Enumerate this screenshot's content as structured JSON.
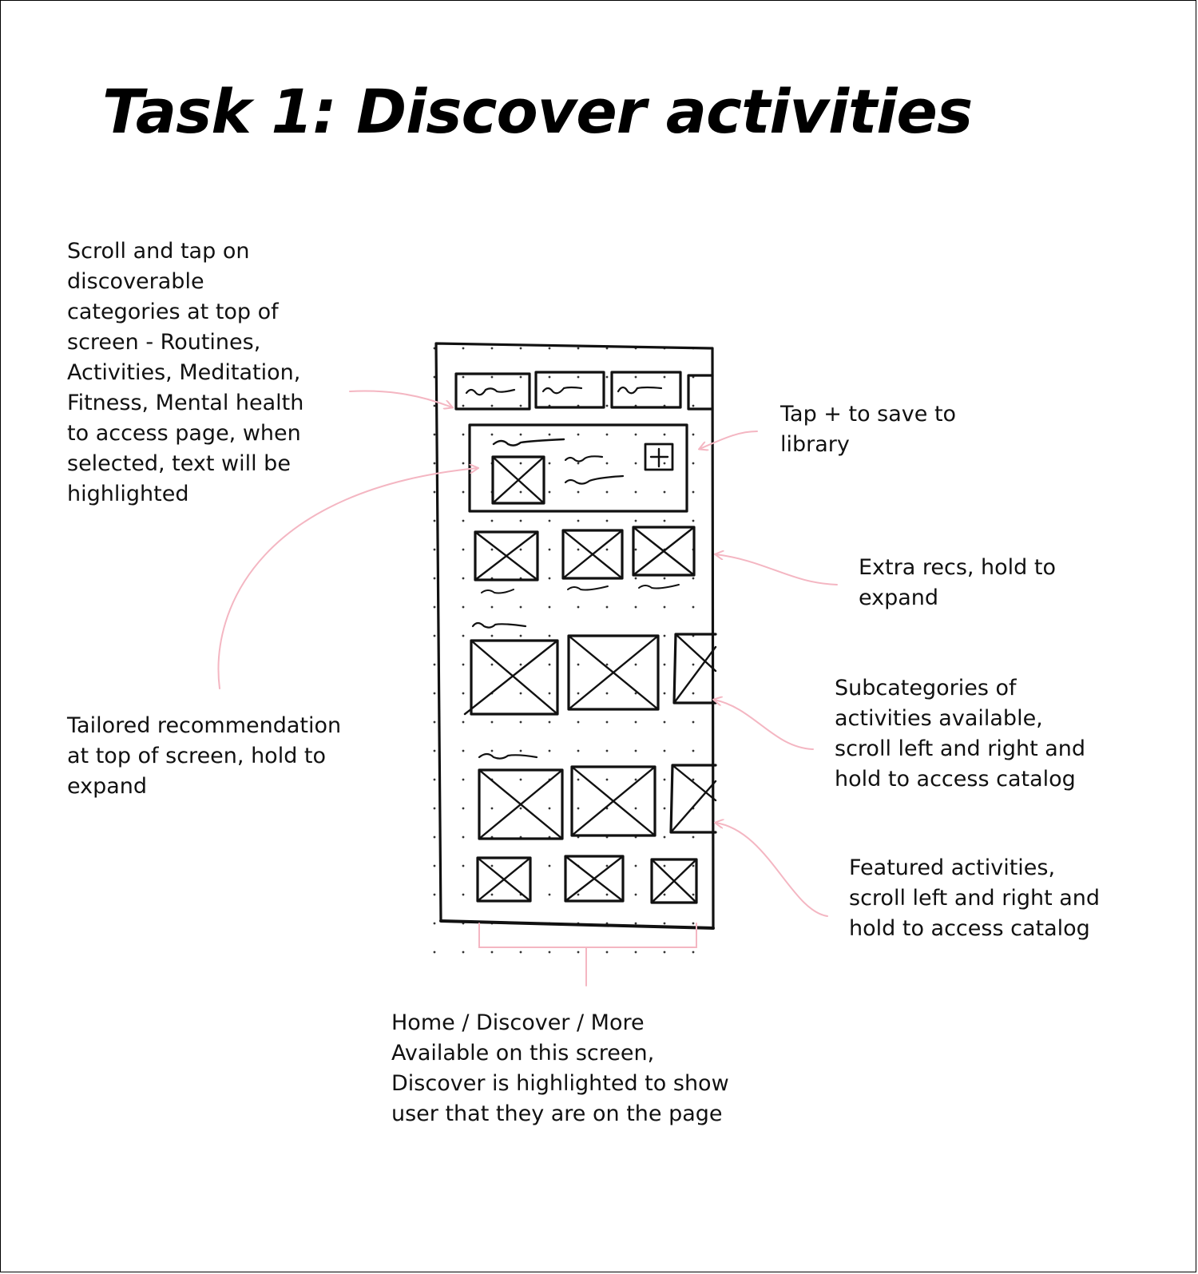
{
  "title": "Task 1: Discover activities",
  "annotations": {
    "categories": "Scroll and tap on\ndiscoverable\ncategories at top of\nscreen - Routines,\nActivities, Meditation,\nFitness, Mental health\nto access page, when\nselected, text will be\nhighlighted",
    "save": "Tap + to save to\nlibrary",
    "extra_recs": "Extra recs, hold to\nexpand",
    "subcategories": "Subcategories of\nactivities available,\nscroll left and right and\nhold to access catalog",
    "tailored": "Tailored recommendation\nat top of screen, hold to\nexpand",
    "featured": "Featured activities,\nscroll left and right and\nhold to access catalog",
    "navigation": "Home / Discover / More\nAvailable on this screen,\nDiscover is highlighted to show\nuser that they are on the page"
  },
  "colors": {
    "arrow": "#f4b6c2",
    "ink": "#111111",
    "dots": "#333333"
  },
  "icons": {
    "save": "plus-box-icon",
    "image_placeholder": "image-placeholder-icon"
  }
}
